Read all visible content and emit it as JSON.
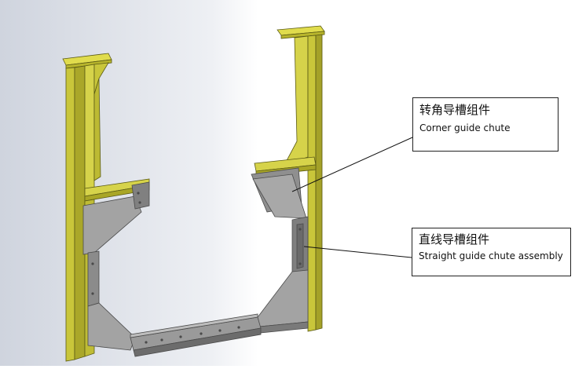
{
  "colors": {
    "frame_yellow": "#c9c63a",
    "frame_yellow_dark": "#9c9a1e",
    "plate_gray": "#9d9d9d",
    "plate_gray_dark": "#6e6e6e",
    "background_gradient_start": "#d9dde6",
    "leader_line": "#111111"
  },
  "callouts": {
    "corner": {
      "title_cn": "转角导槽组件",
      "title_en": "Corner guide chute"
    },
    "straight": {
      "title_cn": "直线导槽组件",
      "title_en": "Straight guide chute assembly"
    }
  }
}
